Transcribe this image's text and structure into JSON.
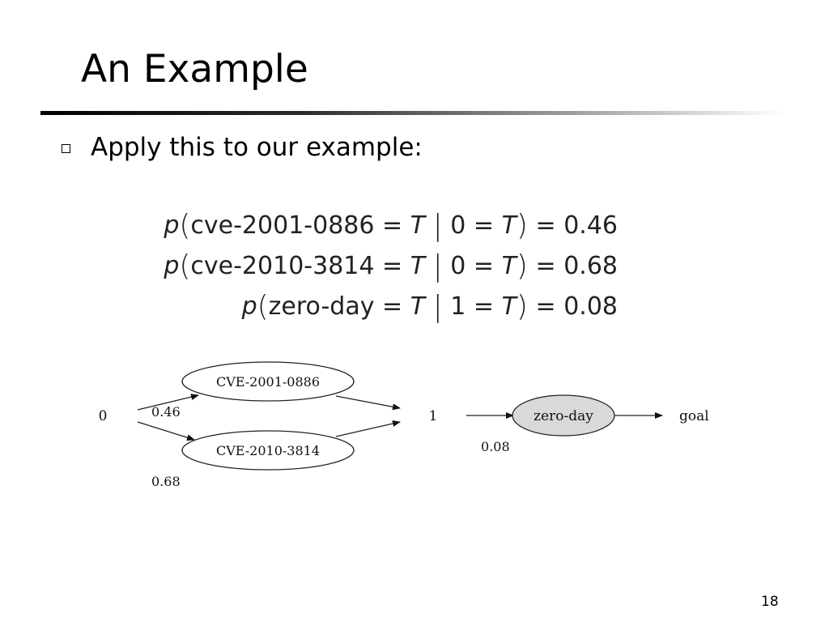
{
  "slide": {
    "title": "An Example",
    "bullet": "Apply this to our example:",
    "page_number": "18"
  },
  "equations": [
    {
      "p": "p",
      "node": "cve-2001-0886",
      "eq": "=",
      "val": "T",
      "bar": "|",
      "given": "0",
      "eq2": "=",
      "given_val": "T",
      "result": "0.46"
    },
    {
      "p": "p",
      "node": "cve-2010-3814",
      "eq": "=",
      "val": "T",
      "bar": "|",
      "given": "0",
      "eq2": "=",
      "given_val": "T",
      "result": "0.68"
    },
    {
      "p": "p",
      "node": "zero-day",
      "eq": "=",
      "val": "T",
      "bar": "|",
      "given": "1",
      "eq2": "=",
      "given_val": "T",
      "result": "0.08"
    }
  ],
  "diagram": {
    "nodes": {
      "start": "0",
      "cve1": "CVE-2001-0886",
      "cve2": "CVE-2010-3814",
      "mid": "1",
      "zero": "zero-day",
      "goal": "goal"
    },
    "edge_labels": {
      "cve1": "0.46",
      "cve2": "0.68",
      "zero": "0.08"
    },
    "colors": {
      "zero_day_fill": "#d9d9d9",
      "stroke": "#222222"
    }
  }
}
